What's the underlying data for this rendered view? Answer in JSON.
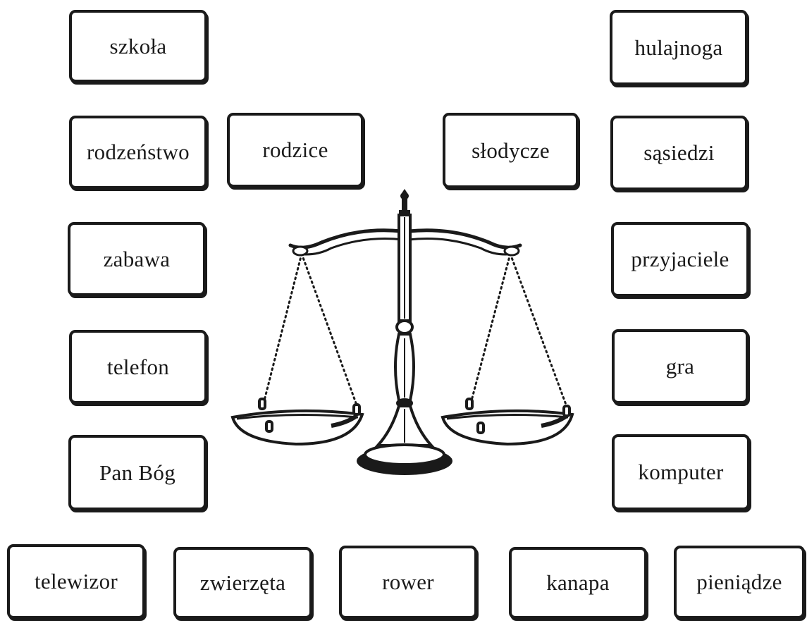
{
  "cards": {
    "szkola": "szkoła",
    "hulajnoga": "hulajnoga",
    "rodzenstwo": "rodzeństwo",
    "rodzice": "rodzice",
    "slodycze": "słodycze",
    "sasiedzi": "sąsiedzi",
    "zabawa": "zabawa",
    "przyjaciele": "przyjaciele",
    "telefon": "telefon",
    "gra": "gra",
    "pan_bog": "Pan Bóg",
    "komputer": "komputer",
    "telewizor": "telewizor",
    "zwierzeta": "zwierzęta",
    "rower": "rower",
    "kanapa": "kanapa",
    "pieniadze": "pieniądze"
  },
  "illustration": {
    "icon": "balance-scale-icon",
    "stroke_color": "#1a1a1a"
  }
}
